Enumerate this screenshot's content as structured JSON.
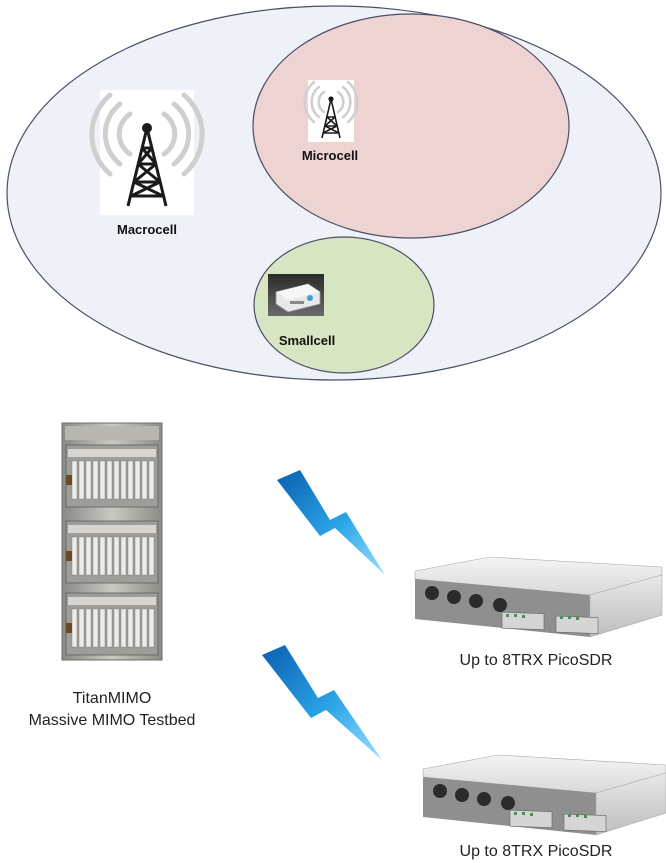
{
  "cells": {
    "macrocell": {
      "label": "Macrocell",
      "icon": "antenna-tower-icon",
      "fill": "#eef1f8",
      "stroke": "#4a4f66"
    },
    "microcell": {
      "label": "Microcell",
      "icon": "antenna-tower-icon",
      "fill": "#eed3d3",
      "stroke": "#4a4f66"
    },
    "smallcell": {
      "label": "Smallcell",
      "icon": "small-cell-device-icon",
      "fill": "#d8e5c2",
      "stroke": "#4a4f66"
    }
  },
  "testbed": {
    "title_line1": "TitanMIMO",
    "title_line2": "Massive MIMO Testbed",
    "icon": "server-rack-icon"
  },
  "radios": [
    {
      "label": "Up to 8TRX PicoSDR",
      "icon": "picosdr-unit-icon"
    },
    {
      "label": "Up to 8TRX PicoSDR",
      "icon": "picosdr-unit-icon"
    }
  ],
  "links": [
    {
      "icon": "wireless-link-icon",
      "color": "#1e8fd6"
    },
    {
      "icon": "wireless-link-icon",
      "color": "#1e8fd6"
    }
  ]
}
